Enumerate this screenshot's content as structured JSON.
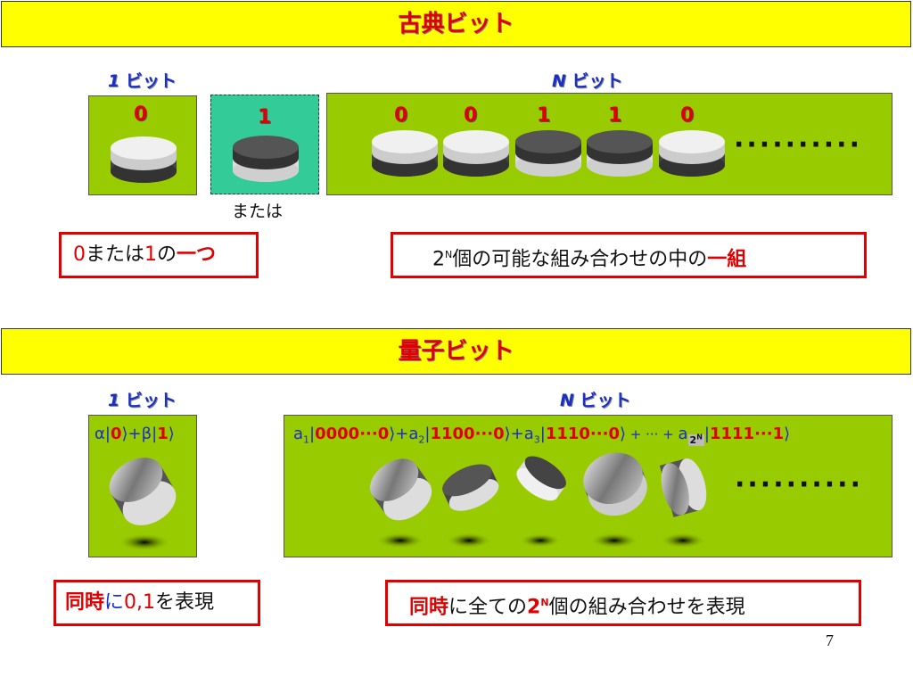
{
  "classical": {
    "title": "古典ビット",
    "one_bit_label": {
      "num": "1",
      "text": " ビット"
    },
    "n_bit_label": {
      "num": "N",
      "text": " ビット"
    },
    "one_bit_digit": "0",
    "alt_digit": "1",
    "or_text": "または",
    "n_bits": [
      "0",
      "0",
      "1",
      "1",
      "0"
    ],
    "ellipsis": "··········",
    "box1": {
      "d0": "0",
      "mid": "または",
      "d1": "1",
      "no": "の",
      "emph": "一つ"
    },
    "box2": {
      "base": "2",
      "exp": "N",
      "text": "個の可能な組み合わせの中の",
      "emph": "一組"
    }
  },
  "quantum": {
    "title": "量子ビット",
    "one_bit_label": {
      "num": "1",
      "text": " ビット"
    },
    "n_bit_label": {
      "num": "N",
      "text": " ビット"
    },
    "state": {
      "alpha": "α",
      "k0": "0",
      "plus": "+",
      "beta": "β",
      "k1": "1"
    },
    "superposition": {
      "a": "a",
      "terms": [
        {
          "idx": "1",
          "ket": "0000···0"
        },
        {
          "idx": "2",
          "ket": "1100···0"
        },
        {
          "idx": "3",
          "ket": "1110···0"
        }
      ],
      "mid": " + ··· + ",
      "last_sub": "2",
      "last_sub_exp": "N",
      "last_ket": "1111···1"
    },
    "ellipsis": "··········",
    "box1": {
      "emph": "同時",
      "ni": "に",
      "vals": "0,1",
      "rest": "を表現"
    },
    "box2": {
      "emph": "同時",
      "mid": "に全ての",
      "num": "2",
      "exp": "N",
      "rest": "個の組み合わせを表現"
    }
  },
  "page_number": "7",
  "colors": {
    "banner": "#ffff00",
    "panel": "#99cc00",
    "teal": "#33cc99",
    "red": "#e00000",
    "blue": "#1a2ec8"
  }
}
